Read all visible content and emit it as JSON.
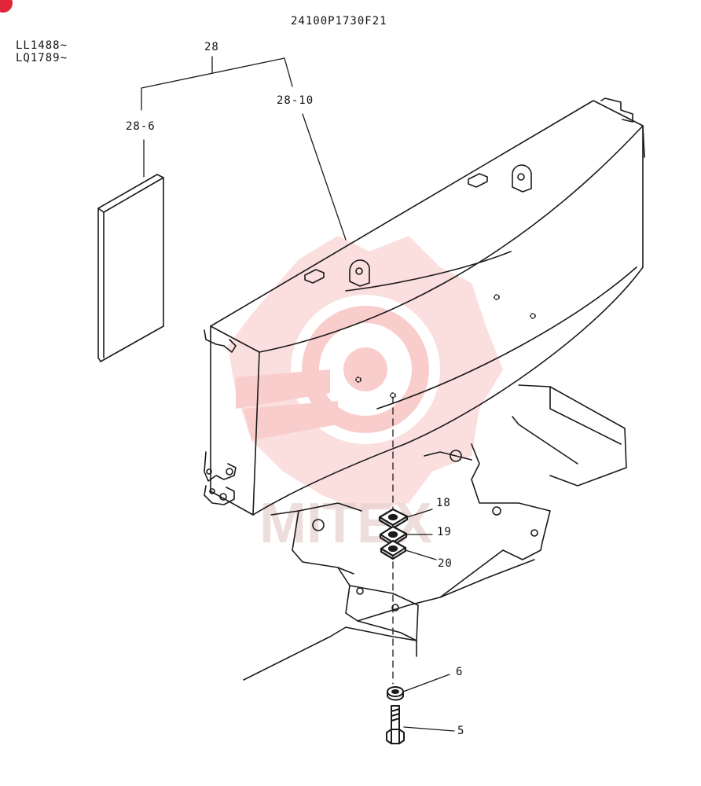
{
  "header": {
    "part_number": "24100P1730F21"
  },
  "serials": [
    "LL1488~",
    "LQ1789~"
  ],
  "callouts": {
    "c28": "28",
    "c28_10": "28-10",
    "c28_6": "28-6",
    "c18": "18",
    "c19": "19",
    "c20": "20",
    "c6": "6",
    "c5": "5"
  },
  "watermark": {
    "text": "MITEX",
    "color": "#f5a0a0"
  },
  "colors": {
    "line": "#1a1a1a",
    "badge": "#e0243a"
  }
}
